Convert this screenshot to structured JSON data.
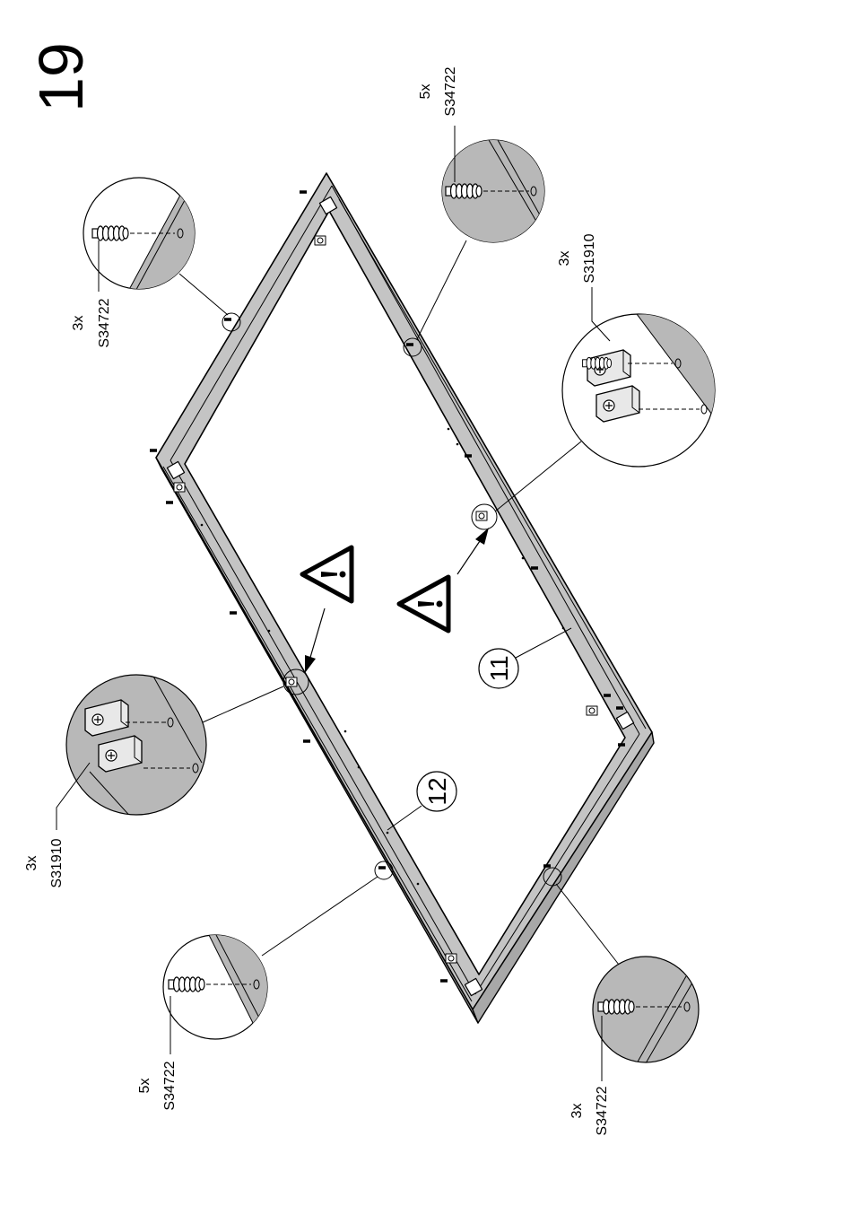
{
  "step": {
    "number": "19"
  },
  "parts": {
    "panel_long": "11",
    "panel_frame": "12"
  },
  "callouts": {
    "top_left": {
      "qty": "3x",
      "code": "S34722"
    },
    "top_right": {
      "qty": "5x",
      "code": "S34722"
    },
    "right_bracket": {
      "qty": "3x",
      "code": "S31910"
    },
    "left_bracket": {
      "qty": "3x",
      "code": "S31910"
    },
    "bottom_left": {
      "qty": "5x",
      "code": "S34722"
    },
    "bottom_right": {
      "qty": "3x",
      "code": "S34722"
    }
  },
  "colors": {
    "panel": "#c0c0c0",
    "detail_fill": "#b8b8b8",
    "line": "#000000"
  }
}
